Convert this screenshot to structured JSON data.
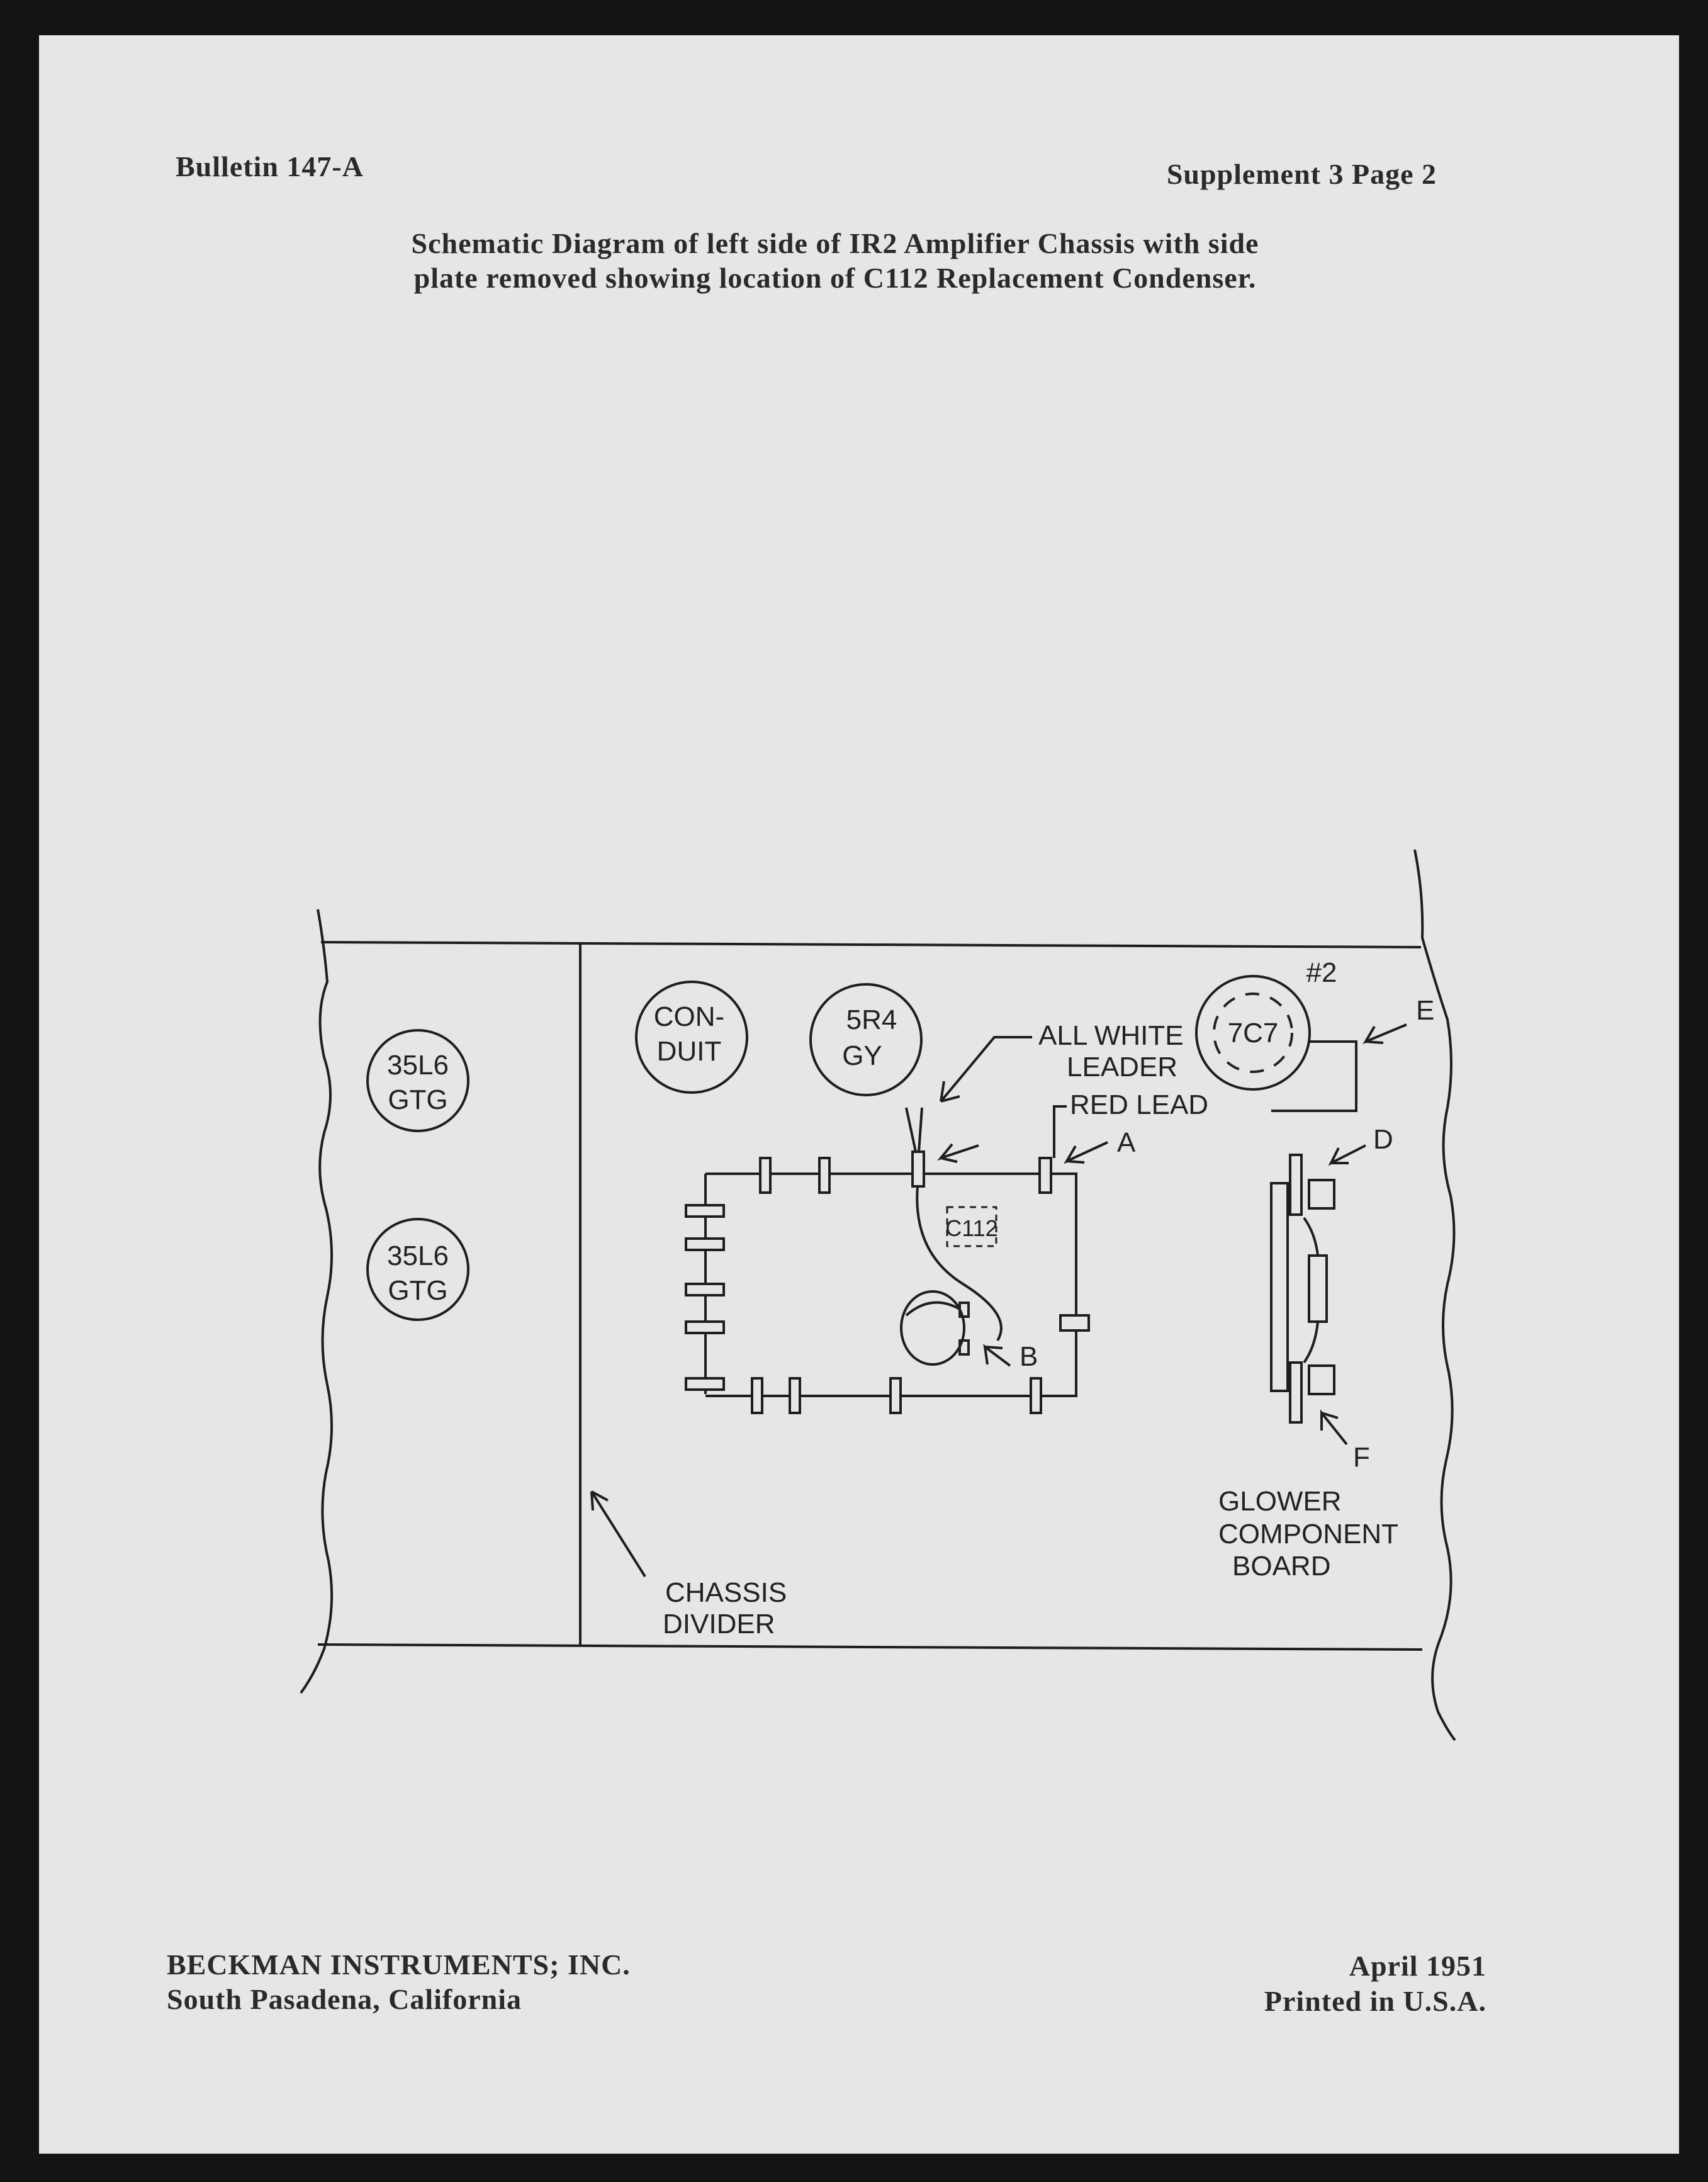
{
  "header": {
    "bulletin": "Bulletin 147-A",
    "supplement": "Supplement 3 Page 2"
  },
  "title": {
    "line1": "Schematic Diagram of left side of IR2 Amplifier Chassis with side",
    "line2": "plate removed showing location of C112 Replacement Condenser."
  },
  "diagram": {
    "tube_1": {
      "line1": "35L6",
      "line2": "GTG"
    },
    "tube_2": {
      "line1": "35L6",
      "line2": "GTG"
    },
    "conduit": {
      "line1": "CON-",
      "line2": "DUIT"
    },
    "tube_5r4": {
      "line1": "5R4",
      "line2": "GY"
    },
    "tube_7c7": {
      "label": "7C7",
      "number": "#2"
    },
    "all_white_leader": {
      "line1": "ALL WHITE",
      "line2": "LEADER"
    },
    "red_lead": "RED LEAD",
    "c112": "C112",
    "points": {
      "a": "A",
      "b": "B",
      "d": "D",
      "e": "E",
      "f": "F"
    },
    "glower_board": {
      "line1": "GLOWER",
      "line2": "COMPONENT",
      "line3": "BOARD"
    },
    "chassis_divider": {
      "line1": "CHASSIS",
      "line2": "DIVIDER"
    }
  },
  "footer": {
    "company": "BECKMAN INSTRUMENTS; INC.",
    "location": "South Pasadena, California",
    "date": "April 1951",
    "printed": "Printed in U.S.A."
  }
}
